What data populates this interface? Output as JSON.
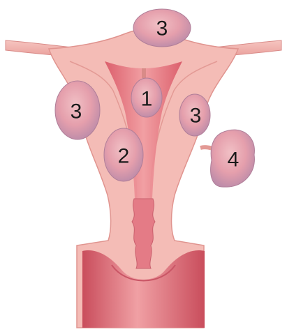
{
  "fibroids": [
    {
      "id": "subserosal-top",
      "label": "3"
    },
    {
      "id": "submucosal-pedunculated",
      "label": "1"
    },
    {
      "id": "subserosal-left",
      "label": "3"
    },
    {
      "id": "intramural",
      "label": "2"
    },
    {
      "id": "subserosal-right",
      "label": "3"
    },
    {
      "id": "pedunculated-external",
      "label": "4"
    }
  ],
  "colors": {
    "tissue": "#f3b7b2",
    "tissue_dark": "#e7908c",
    "cavity": "#e86f7a",
    "cavity_light": "#f09aa0",
    "fibroid": "#e7a2ad",
    "fibroid_shadow": "#b88aa8",
    "label": "#1a1a1a"
  }
}
